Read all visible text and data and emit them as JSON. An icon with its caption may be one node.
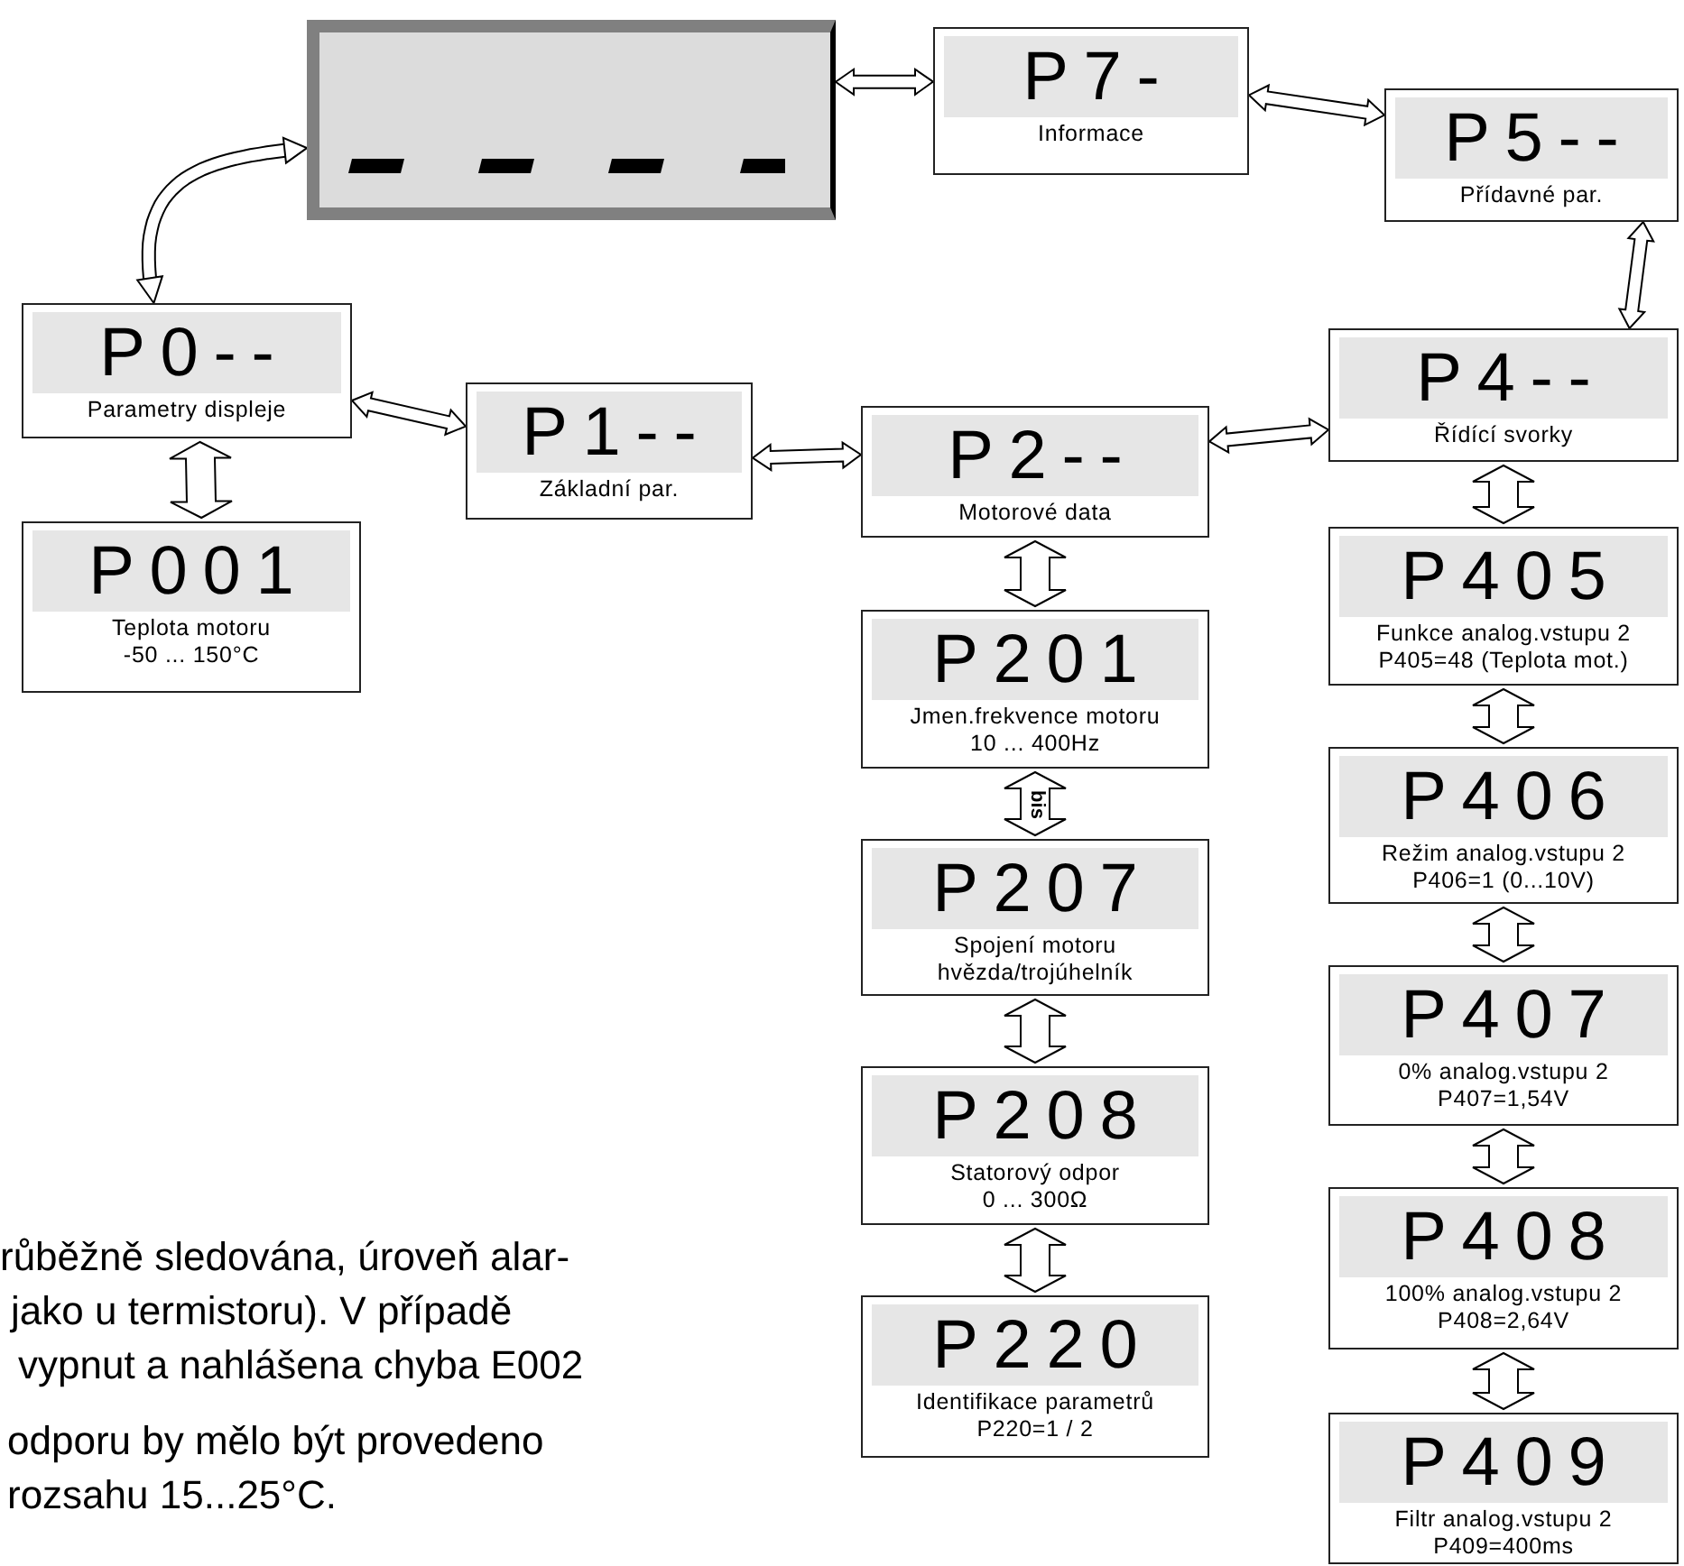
{
  "diagram": {
    "nodes": [
      {
        "text": [],
        "shape": "box"
      },
      {
        "text": [
          "P7-",
          "Informace"
        ]
      },
      {
        "text": [
          "P5--",
          "Přídavné par."
        ]
      },
      {
        "text": [
          "P0--",
          "Parametry displeje"
        ]
      },
      {
        "text": [
          "P1--",
          "Základní par."
        ]
      },
      {
        "text": [
          "P2--",
          "Motorové data"
        ]
      },
      {
        "text": [
          "P4--",
          "Řídící svorky"
        ]
      },
      {
        "text": [
          "P001",
          "Teplota motoru -50 ... 150°C"
        ]
      },
      {
        "text": [
          "P201",
          "Jmen.frekvence motoru 10 ... 400Hz"
        ]
      },
      {
        "text": [
          "P207",
          "Spojení motoru hvězda/trojúhelník"
        ]
      },
      {
        "text": [
          "P208",
          "Statorový odpor 0 ... 300Ω"
        ]
      },
      {
        "text": [
          "P220",
          "Identifikace parametrů P220=1 / 2"
        ]
      },
      {
        "text": [
          "P405",
          "Funkce analog.vstupu 2 P405=48 (Teplota mot.)"
        ]
      },
      {
        "text": [
          "P406",
          "Režim analog.vstupu 2 P406=1 (0...10V)"
        ]
      },
      {
        "text": [
          "P407",
          "0% analog.vstupu 2 P407=1,54V"
        ]
      },
      {
        "text": [
          "P408",
          "100% analog.vstupu 2 P408=2,64V"
        ]
      },
      {
        "text": [
          "P409",
          "Filtr analog.vstupu 2 P409=400ms"
        ]
      }
    ],
    "edges": [
      {
        "from": 3,
        "to": 0,
        "arrow": "both"
      },
      {
        "from": 0,
        "to": 1,
        "arrow": "both"
      },
      {
        "from": 1,
        "to": 2,
        "arrow": "both"
      },
      {
        "from": 2,
        "to": 6,
        "arrow": "both"
      },
      {
        "from": 3,
        "to": 4,
        "arrow": "both"
      },
      {
        "from": 4,
        "to": 5,
        "arrow": "both"
      },
      {
        "from": 5,
        "to": 6,
        "arrow": "both"
      },
      {
        "from": 3,
        "to": 7,
        "arrow": "both"
      },
      {
        "from": 5,
        "to": 8,
        "arrow": "both"
      },
      {
        "from": 8,
        "to": 9,
        "arrow": "both",
        "label": "bis"
      },
      {
        "from": 9,
        "to": 10,
        "arrow": "both"
      },
      {
        "from": 10,
        "to": 11,
        "arrow": "both"
      },
      {
        "from": 6,
        "to": 12,
        "arrow": "both"
      },
      {
        "from": 12,
        "to": 13,
        "arrow": "both"
      },
      {
        "from": 13,
        "to": 14,
        "arrow": "both"
      },
      {
        "from": 14,
        "to": 15,
        "arrow": "both"
      },
      {
        "from": 15,
        "to": 16,
        "arrow": "both"
      }
    ],
    "labels": [
      "růběžně sledována, úroveň alar-",
      "jako u termistoru). V případě",
      "vypnut a nahlášena chyba E002",
      "odporu by mělo být provedeno",
      "rozsahu 15...25°C."
    ]
  }
}
